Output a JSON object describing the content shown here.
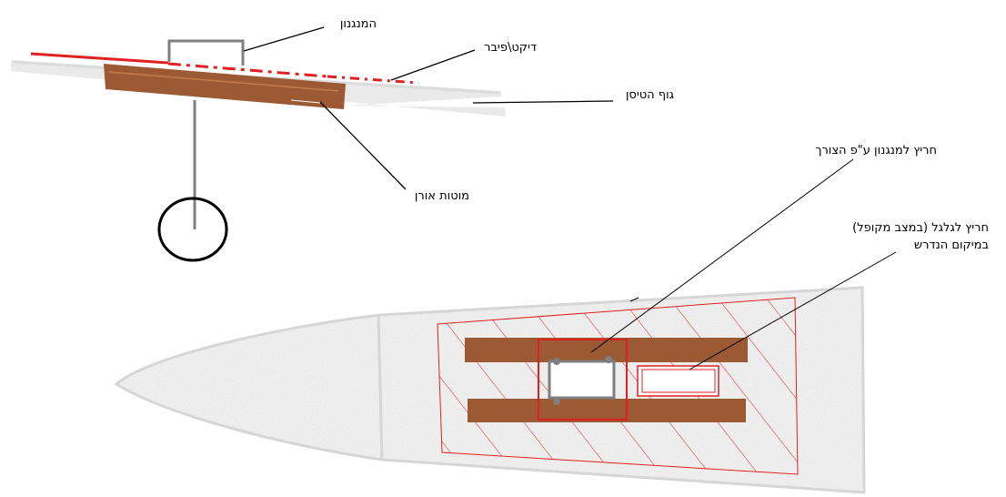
{
  "labels": {
    "mechanism": "המנגנון",
    "dacron_fiber": "דיקט\\פיבר",
    "plane_body": "גוף הטיסן",
    "pine_rods": "מוטות אורן",
    "mechanism_slot": "חריץ למנגנון ע\"פ הצורך",
    "wheel_slot_line1": "חריץ לגלגל (במצב מקופל)",
    "wheel_slot_line2": "במיקום הנדרש"
  },
  "colors": {
    "wood": "#9b5a33",
    "red": "#e02020",
    "gray_outline": "#d6d6d6",
    "mechanism_gray": "#7f7f7f",
    "ink": "#000000"
  }
}
